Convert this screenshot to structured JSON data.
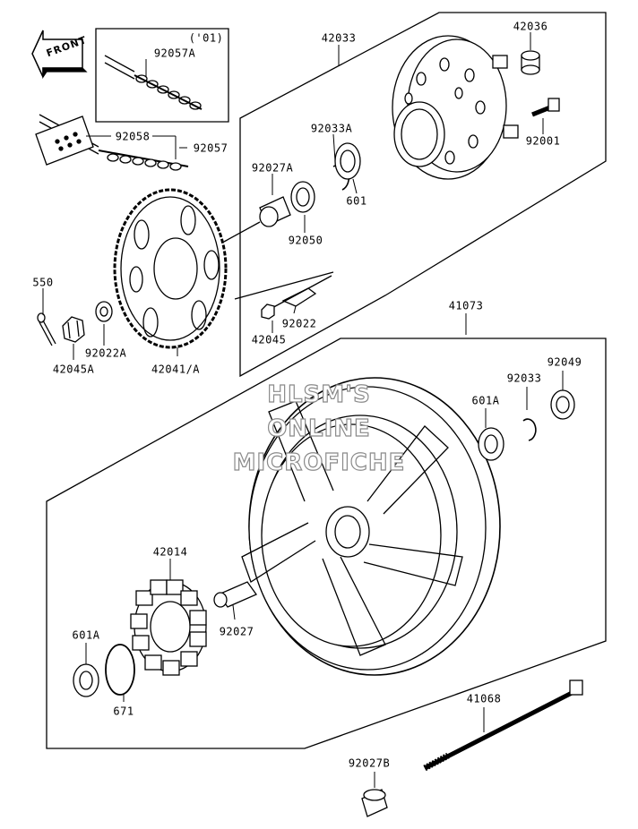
{
  "front_arrow": {
    "label": "FRONT"
  },
  "year_note": "('01)",
  "watermark": [
    "HLSM'S",
    "ONLINE",
    "MICROFICHE"
  ],
  "parts": [
    {
      "id": "p92057A",
      "label": "92057A"
    },
    {
      "id": "p92058",
      "label": "92058"
    },
    {
      "id": "p92057",
      "label": "92057"
    },
    {
      "id": "p42033",
      "label": "42033"
    },
    {
      "id": "p42036",
      "label": "42036"
    },
    {
      "id": "p92001",
      "label": "92001"
    },
    {
      "id": "p92033A",
      "label": "92033A"
    },
    {
      "id": "p92027A",
      "label": "92027A"
    },
    {
      "id": "p601",
      "label": "601"
    },
    {
      "id": "p92050",
      "label": "92050"
    },
    {
      "id": "p550",
      "label": "550"
    },
    {
      "id": "p92022",
      "label": "92022"
    },
    {
      "id": "p42045",
      "label": "42045"
    },
    {
      "id": "p92022A",
      "label": "92022A"
    },
    {
      "id": "p42045A",
      "label": "42045A"
    },
    {
      "id": "p42041A",
      "label": "42041/A"
    },
    {
      "id": "p41073",
      "label": "41073"
    },
    {
      "id": "p92049",
      "label": "92049"
    },
    {
      "id": "p92033",
      "label": "92033"
    },
    {
      "id": "p601A_top",
      "label": "601A"
    },
    {
      "id": "p42014",
      "label": "42014"
    },
    {
      "id": "p92027",
      "label": "92027"
    },
    {
      "id": "p601A_bot",
      "label": "601A"
    },
    {
      "id": "p671",
      "label": "671"
    },
    {
      "id": "p41068",
      "label": "41068"
    },
    {
      "id": "p92027B",
      "label": "92027B"
    }
  ]
}
